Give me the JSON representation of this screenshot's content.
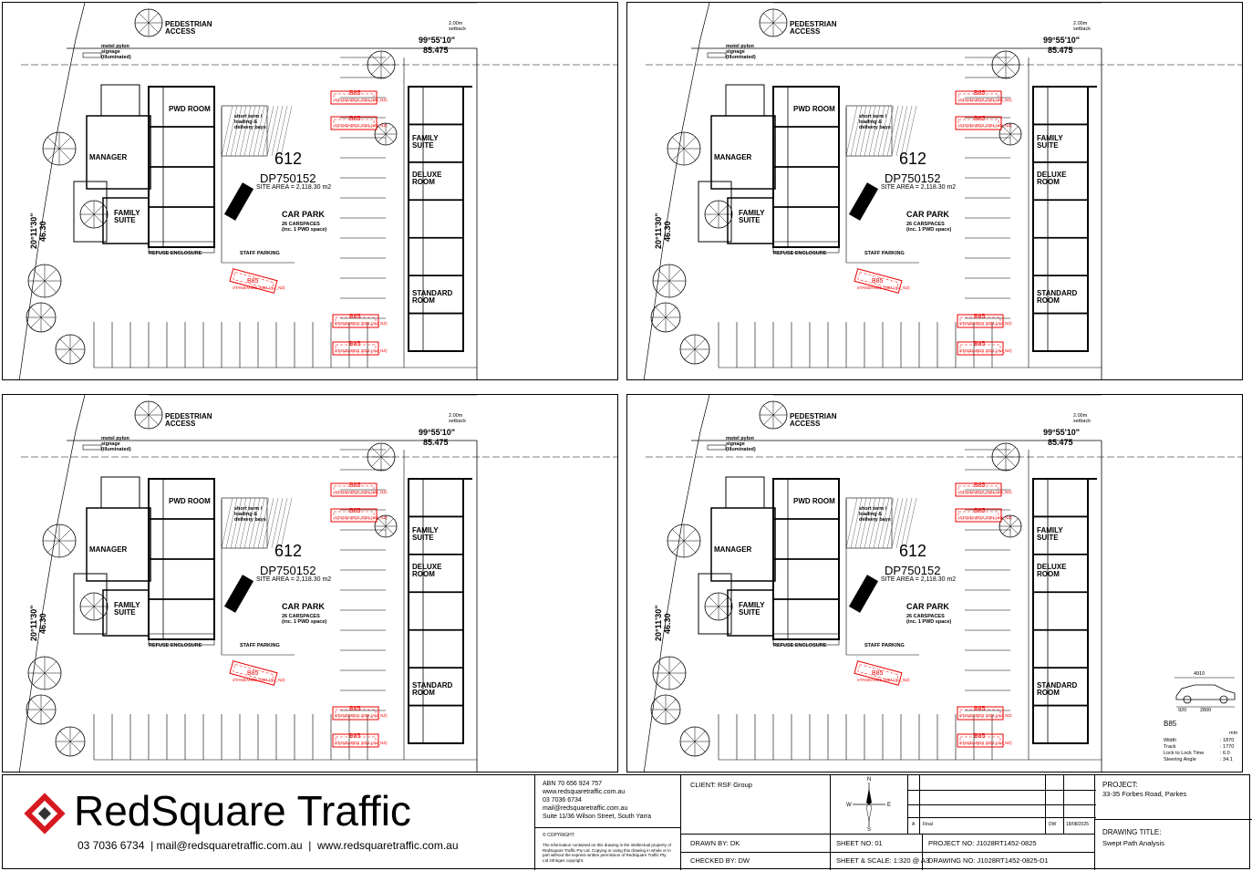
{
  "plan": {
    "pedestrian_access": "PEDESTRIAN\nACCESS",
    "setback": "2.00m\nsetback",
    "bearing_top": "99°55'10\"",
    "distance_top": "85.475",
    "bearing_left": "20°11'30\"",
    "distance_left": "46.30",
    "pylon": "motel pylon\nsignage\n(illuminated)",
    "pwd_room": "PWD ROOM",
    "manager": "MANAGER",
    "family_suite": "FAMILY\nSUITE",
    "deluxe_room": "DELUXE\nROOM",
    "standard_room": "STANDARD\nROOM",
    "short_term": "short term /\nloading &\ndelivery bays",
    "lot": "612",
    "dp": "DP750152",
    "site_area": "SITE AREA = 2,118.30 m2",
    "car_park": "CAR PARK",
    "carspaces": "26 CARSPACES\n(inc. 1 PWD space)",
    "refuse": "REFUSE ENCLOSURE",
    "staff_parking": "STAFF PARKING",
    "vehicle": "B85",
    "vehicle_std": "STANDARDS 2004 (AU_NZ)"
  },
  "legend": {
    "length": "4910",
    "front": "920",
    "wheelbase": "2800",
    "vehicle": "B85",
    "unit": "mm",
    "rows": [
      {
        "label": "Width",
        "value": ": 1870"
      },
      {
        "label": "Track",
        "value": ": 1770"
      },
      {
        "label": "Lock to Lock Time",
        "value": ": 6.0"
      },
      {
        "label": "Steering Angle",
        "value": ": 34.1"
      }
    ]
  },
  "titleblock": {
    "logo_text": "RedSquare Traffic",
    "contact_line": "03 7036 6734  | mail@redsquaretraffic.com.au  |  www.redsquaretraffic.com.au",
    "abn": "ABN 70 656 924 757",
    "web": "www.redsquaretraffic.com.au",
    "phone": "03 7036 6734",
    "mail": "mail@redsquaretraffic.com.au",
    "address": "Suite 11/36 Wilson Street, South Yarra",
    "copyright_title": "© COPYRIGHT",
    "copyright_text": "The information contained on this drawing is the intellectual property of\nRedSquare Traffic Pty Ltd. Copying or using this drawing in whole or in\npart without the express written permission of RedSquare Traffic Pty\nLtd infringes copyright.",
    "client": "CLIENT: RSF Group",
    "drawn_by": "DRAWN BY: DK",
    "checked_by": "CHECKED BY: DW",
    "sheet_no": "SHEET NO: 01",
    "sheet_scale": "SHEET & SCALE: 1:320 @ A3",
    "project_no": "PROJECT NO: J1028RT1452-0825",
    "drawing_no": "DRAWING NO: J1028RT1452-0825-D1",
    "rev": "A",
    "rev_desc": "Final",
    "rev_by": "DW",
    "rev_date": "18/08/2025",
    "north": "N",
    "south": "S",
    "east": "E",
    "west": "W",
    "project_label": "PROJECT:",
    "project_value": "33-35 Forbes Road, Parkes",
    "drawing_title_label": "DRAWING TITLE:",
    "drawing_title_value": "Swept Path Analysis"
  }
}
